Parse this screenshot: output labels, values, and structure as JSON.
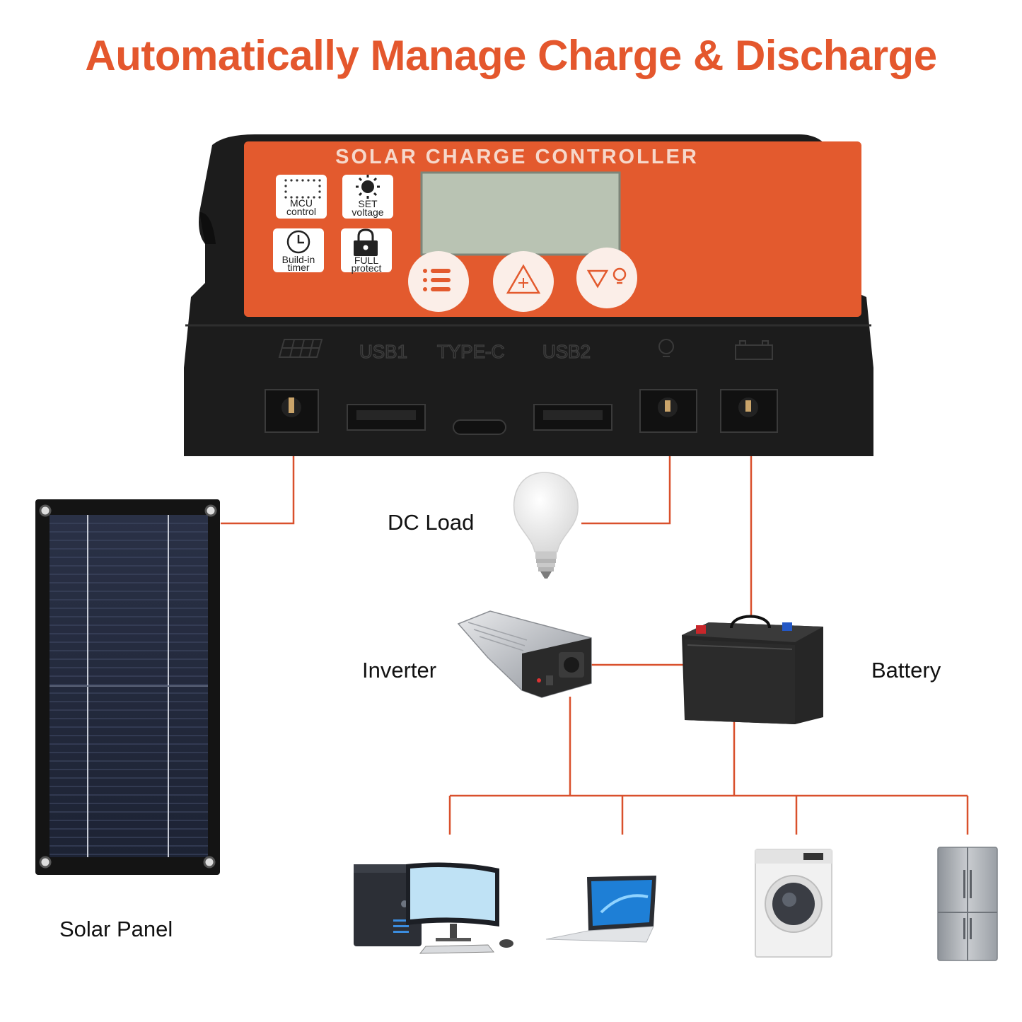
{
  "headline": "Automatically Manage Charge & Discharge",
  "colors": {
    "accent": "#e35a2e",
    "headline": "#e4572d",
    "wire": "#d9502c",
    "device_body": "#1c1c1c",
    "lcd": "#b9c3b3"
  },
  "controller": {
    "title": "SOLAR CHARGE CONTROLLER",
    "features": [
      {
        "icon": "mcu-chip-icon",
        "line1": "MCU",
        "line2": "control"
      },
      {
        "icon": "sun-gear-icon",
        "line1": "SET",
        "line2": "voltage"
      },
      {
        "icon": "clock-icon",
        "line1": "Build-in",
        "line2": "timer"
      },
      {
        "icon": "lock-icon",
        "line1": "FULL",
        "line2": "protect"
      }
    ],
    "buttons": [
      {
        "name": "menu-button",
        "icon": "menu-icon"
      },
      {
        "name": "up-button",
        "icon": "triangle-plus-icon"
      },
      {
        "name": "down-light-button",
        "icon": "triangle-bulb-icon"
      }
    ],
    "ports": {
      "usb1": "USB1",
      "typec": "TYPE-C",
      "usb2": "USB2"
    }
  },
  "labels": {
    "dc_load": "DC Load",
    "inverter": "Inverter",
    "battery": "Battery",
    "solar_panel": "Solar Panel"
  },
  "appliances": [
    {
      "icon": "desktop-computer-icon"
    },
    {
      "icon": "laptop-icon"
    },
    {
      "icon": "washing-machine-icon"
    },
    {
      "icon": "refrigerator-icon"
    }
  ]
}
